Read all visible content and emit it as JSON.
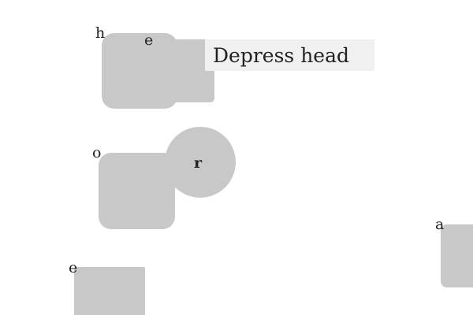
{
  "keys": {
    "h": {
      "label": "h"
    },
    "e_top": {
      "label": "e"
    },
    "o": {
      "label": "o"
    },
    "r": {
      "label": "r"
    },
    "e_bottom": {
      "label": "e"
    },
    "a": {
      "label": "a"
    }
  },
  "tooltip": {
    "text": "Depress head"
  },
  "colors": {
    "key_fill": "#c8c8c8",
    "tooltip_bg": "#f0f0f0",
    "text": "#222222",
    "background": "#ffffff"
  }
}
